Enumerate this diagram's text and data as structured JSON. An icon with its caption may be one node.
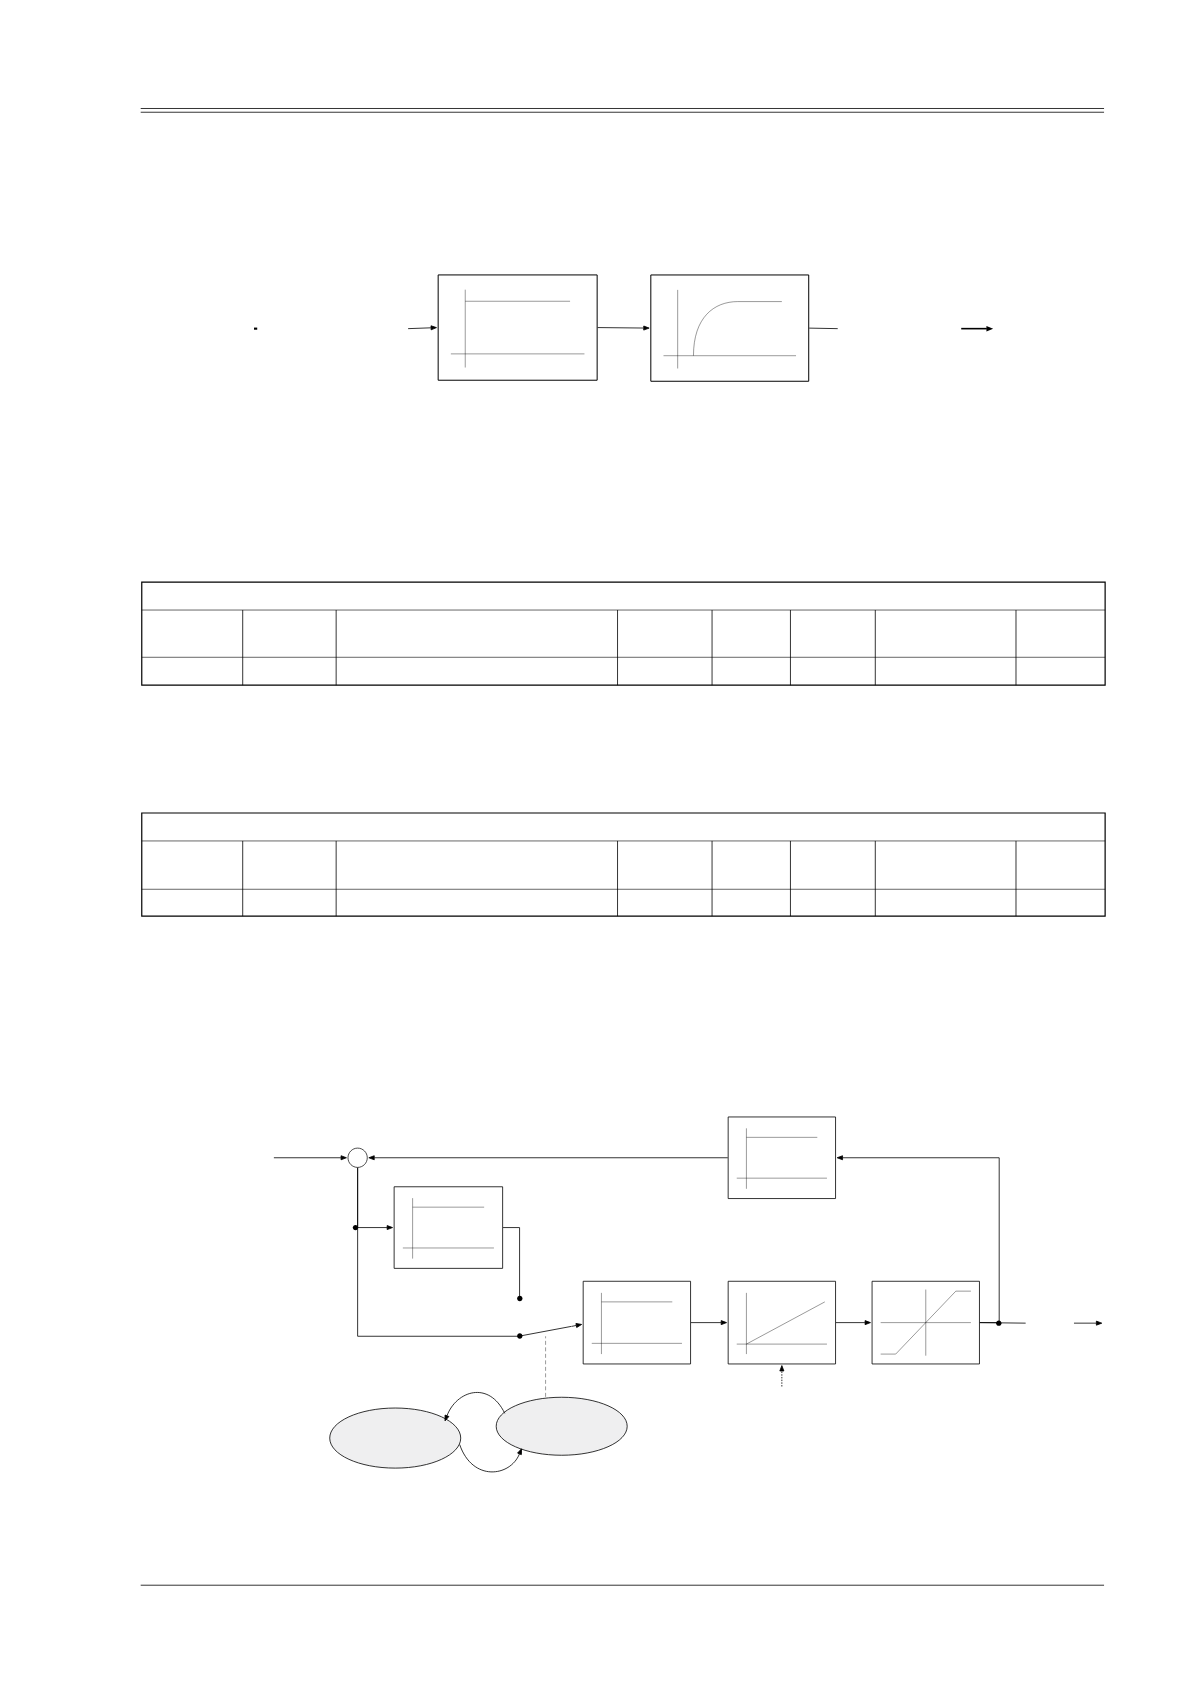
{
  "diagram": {
    "nodes": [
      {
        "text": [],
        "shape": "box"
      },
      {
        "text": [],
        "shape": "box"
      },
      {
        "text": [],
        "shape": "circle"
      },
      {
        "text": [],
        "shape": "box"
      },
      {
        "text": [],
        "shape": "box"
      },
      {
        "text": [],
        "shape": "switch"
      },
      {
        "text": [],
        "shape": "box"
      },
      {
        "text": [],
        "shape": "box"
      },
      {
        "text": [],
        "shape": "box"
      },
      {
        "text": [],
        "shape": "ellipse"
      },
      {
        "text": [],
        "shape": "ellipse"
      }
    ],
    "edges": [
      {
        "from": null,
        "to": 0,
        "arrow": "to"
      },
      {
        "from": 0,
        "to": 1,
        "arrow": "to"
      },
      {
        "from": 1,
        "to": null,
        "arrow": "none"
      },
      {
        "from": null,
        "to": 2,
        "arrow": "to"
      },
      {
        "from": 3,
        "to": 2,
        "arrow": "to"
      },
      {
        "from": 2,
        "to": 4,
        "arrow": "to"
      },
      {
        "from": 2,
        "to": 5,
        "arrow": "none"
      },
      {
        "from": 4,
        "to": 5,
        "arrow": "none"
      },
      {
        "from": 5,
        "to": 6,
        "arrow": "to"
      },
      {
        "from": 6,
        "to": 7,
        "arrow": "to"
      },
      {
        "from": 7,
        "to": 8,
        "arrow": "to"
      },
      {
        "from": 8,
        "to": 3,
        "arrow": "to"
      },
      {
        "from": 8,
        "to": null,
        "arrow": "none"
      },
      {
        "from": null,
        "to": 7,
        "arrow": "to",
        "style": "dashed"
      },
      {
        "from": 10,
        "to": 5,
        "arrow": "none",
        "style": "dashed"
      },
      {
        "from": 10,
        "to": 9,
        "arrow": "to"
      },
      {
        "from": 9,
        "to": 10,
        "arrow": "to"
      }
    ]
  }
}
